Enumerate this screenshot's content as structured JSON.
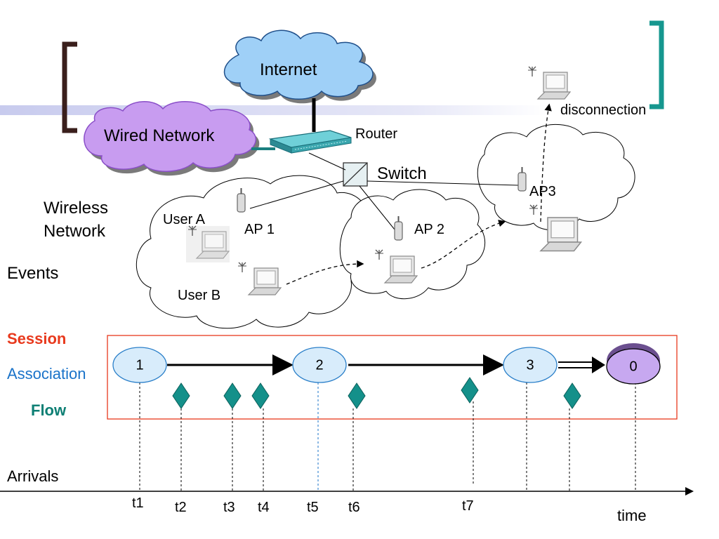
{
  "network": {
    "internet": "Internet",
    "wired_network": "Wired Network",
    "router": "Router",
    "switch": "Switch",
    "wireless_network": "Wireless\nNetwork",
    "wireless_line1": "Wireless",
    "wireless_line2": "Network",
    "ap1": "AP 1",
    "ap2": "AP 2",
    "ap3": "AP3",
    "user_a": "User A",
    "user_b": "User B",
    "disconnection": "disconnection",
    "events": "Events"
  },
  "legend": {
    "session": "Session",
    "association": "Association",
    "flow": "Flow",
    "session_color": "#e8391d",
    "association_color": "#1a73c9",
    "flow_color": "#0d7f74"
  },
  "timeline": {
    "states": [
      "1",
      "2",
      "3",
      "0"
    ],
    "arrivals_label": "Arrivals",
    "time_label": "time",
    "ticks": [
      "t1",
      "t2",
      "t3",
      "t4",
      "t5",
      "t6",
      "t7"
    ]
  },
  "colors": {
    "cloud_blue": "#9fd0f7",
    "cloud_purple": "#c89cf0",
    "state_fill": "#d8ecfb",
    "final_state_fill": "#c7a8f0",
    "diamond": "#14908a",
    "frame": "#e8391d",
    "bracket_left": "#3a1f1c",
    "bracket_right": "#16978f",
    "band": "#c8cbee"
  }
}
